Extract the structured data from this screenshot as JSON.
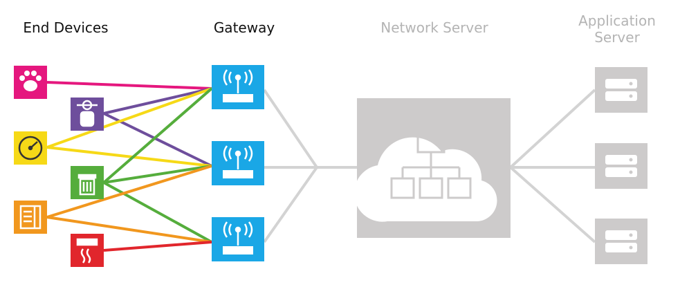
{
  "headers": {
    "end_devices": "End Devices",
    "gateway": "Gateway",
    "network_server": "Network Server",
    "application_server_line1": "Application",
    "application_server_line2": "Server"
  },
  "colors": {
    "gateway_blue": "#1aa7e6",
    "server_gray": "#cdcbcb",
    "link_gray": "#d3d3d3",
    "pet_tracker": "#e5177e",
    "gas_tank": "#6e4e9c",
    "meter": "#f6d917",
    "trash_bin": "#55ad3c",
    "vending_machine": "#f1971e",
    "smoke_detector": "#e1262c",
    "text_dark": "#111111",
    "text_light": "#b4b4b4"
  },
  "devices": [
    {
      "icon": "paw-icon",
      "color": "#e5177e"
    },
    {
      "icon": "gas-tank-icon",
      "color": "#6e4e9c"
    },
    {
      "icon": "gauge-icon",
      "color": "#f6d917"
    },
    {
      "icon": "trash-bin-icon",
      "color": "#55ad3c"
    },
    {
      "icon": "vending-machine-icon",
      "color": "#f1971e"
    },
    {
      "icon": "smoke-detector-icon",
      "color": "#e1262c"
    }
  ],
  "gateways": [
    {
      "icon": "wireless-router-icon"
    },
    {
      "icon": "wireless-router-icon"
    },
    {
      "icon": "wireless-router-icon"
    }
  ],
  "network_server": {
    "icon": "cloud-network-icon"
  },
  "application_servers": [
    {
      "icon": "server-icon"
    },
    {
      "icon": "server-icon"
    },
    {
      "icon": "server-icon"
    }
  ]
}
